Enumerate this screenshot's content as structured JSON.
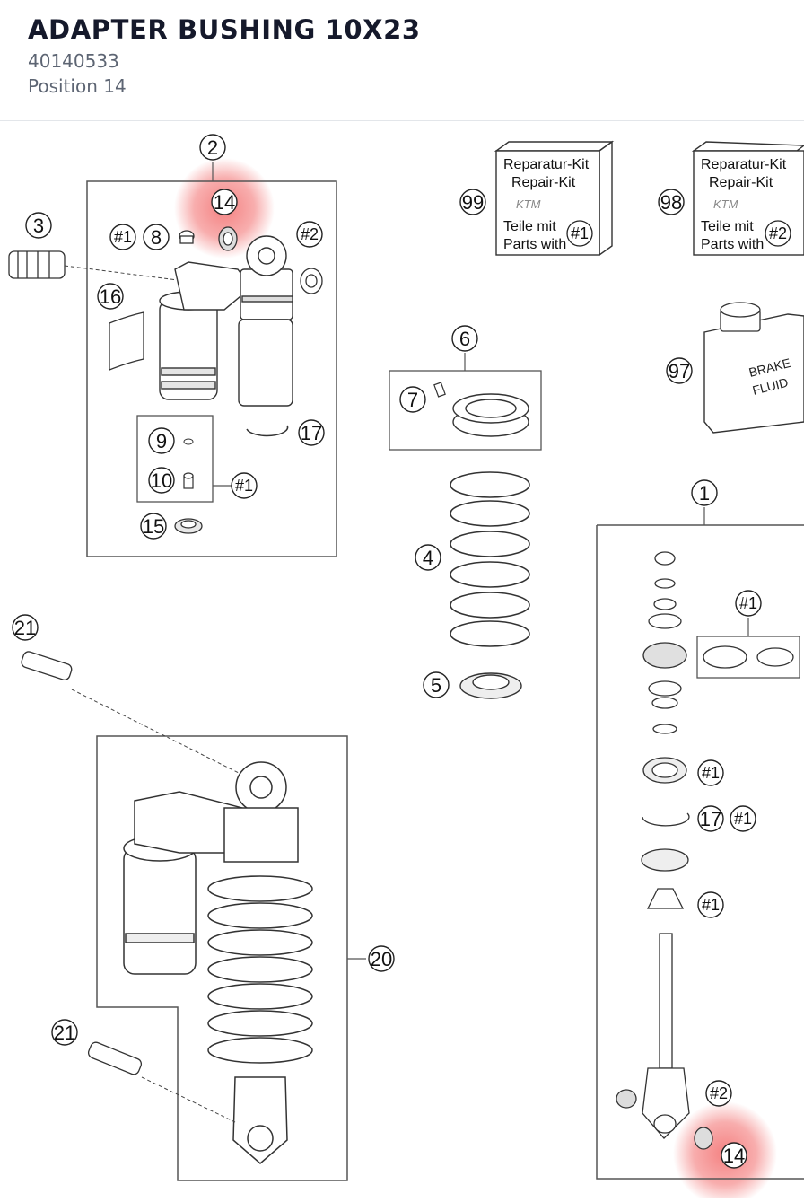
{
  "part": {
    "title": "ADAPTER BUSHING 10X23",
    "number": "40140533",
    "position": "Position 14"
  },
  "diagram": {
    "highlight_color": "#f26b6b",
    "callouts": {
      "c1": "1",
      "c2": "2",
      "c3": "3",
      "c4": "4",
      "c5": "5",
      "c6": "6",
      "c7": "7",
      "c8": "8",
      "c9": "9",
      "c10": "10",
      "c14": "14",
      "c15": "15",
      "c16": "16",
      "c17": "17",
      "c20": "20",
      "c21": "21",
      "c97": "97",
      "c98": "98",
      "c99": "99",
      "h1": "#1",
      "h2": "#2"
    },
    "kit_a": {
      "line1": "Reparatur-Kit",
      "line2": "Repair-Kit",
      "line3": "Teile mit",
      "line4": "Parts with",
      "ref": "#1"
    },
    "kit_b": {
      "line1": "Reparatur-Kit",
      "line2": "Repair-Kit",
      "line3": "Teile mit",
      "line4": "Parts with",
      "ref": "#2"
    },
    "fluid": {
      "line1": "BRAKE",
      "line2": "FLUID"
    },
    "logo": "KTM"
  }
}
